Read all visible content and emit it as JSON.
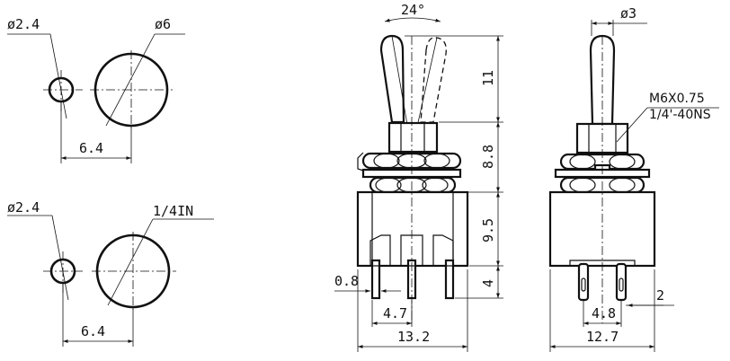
{
  "labels": {
    "hole1_small_dia": "ø2.4",
    "hole1_large_dia": "ø6",
    "hole1_spacing": "6.4",
    "hole2_small_dia": "ø2.4",
    "hole2_large_dia": "1/4IN",
    "hole2_spacing": "6.4",
    "toggle_angle": "24°",
    "lever_height": "11",
    "bushing_height": "8.8",
    "body_height": "9.5",
    "terminal_height": "4",
    "terminal_width": "0.8",
    "terminal_pitch": "4.7",
    "body_width": "13.2",
    "lever_dia": "ø3",
    "thread_metric": "M6X0.75",
    "thread_imperial": "1/4'-40NS",
    "side_terminal_width": "2",
    "side_terminal_pitch": "4.8",
    "side_body_width": "12.7"
  }
}
